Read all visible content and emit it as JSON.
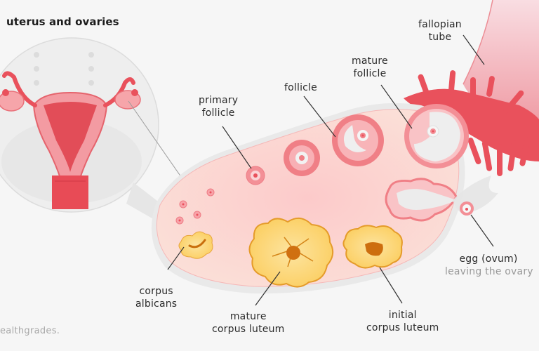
{
  "title": "uterus and ovaries",
  "brand": "ealthgrades.",
  "colors": {
    "background": "#f6f6f6",
    "ovary_tissue": "#fbd3d3",
    "follicle_ring": "#f07f86",
    "fallopian_tube": "#e9515c",
    "corpus_luteum": "#fcd87a",
    "corpus_luteum_center": "#e08a10",
    "leader_line": "#333333"
  },
  "labels": {
    "fallopian_tube": [
      "fallopian",
      "tube"
    ],
    "mature_follicle": [
      "mature",
      "follicle"
    ],
    "follicle": [
      "follicle"
    ],
    "primary_follicle": [
      "primary",
      "follicle"
    ],
    "egg": {
      "line1": "egg (ovum)",
      "line2": "leaving the ovary"
    },
    "corpus_albicans": [
      "corpus",
      "albicans"
    ],
    "mature_corpus_luteum": [
      "mature",
      "corpus luteum"
    ],
    "initial_corpus_luteum": [
      "initial",
      "corpus luteum"
    ]
  }
}
